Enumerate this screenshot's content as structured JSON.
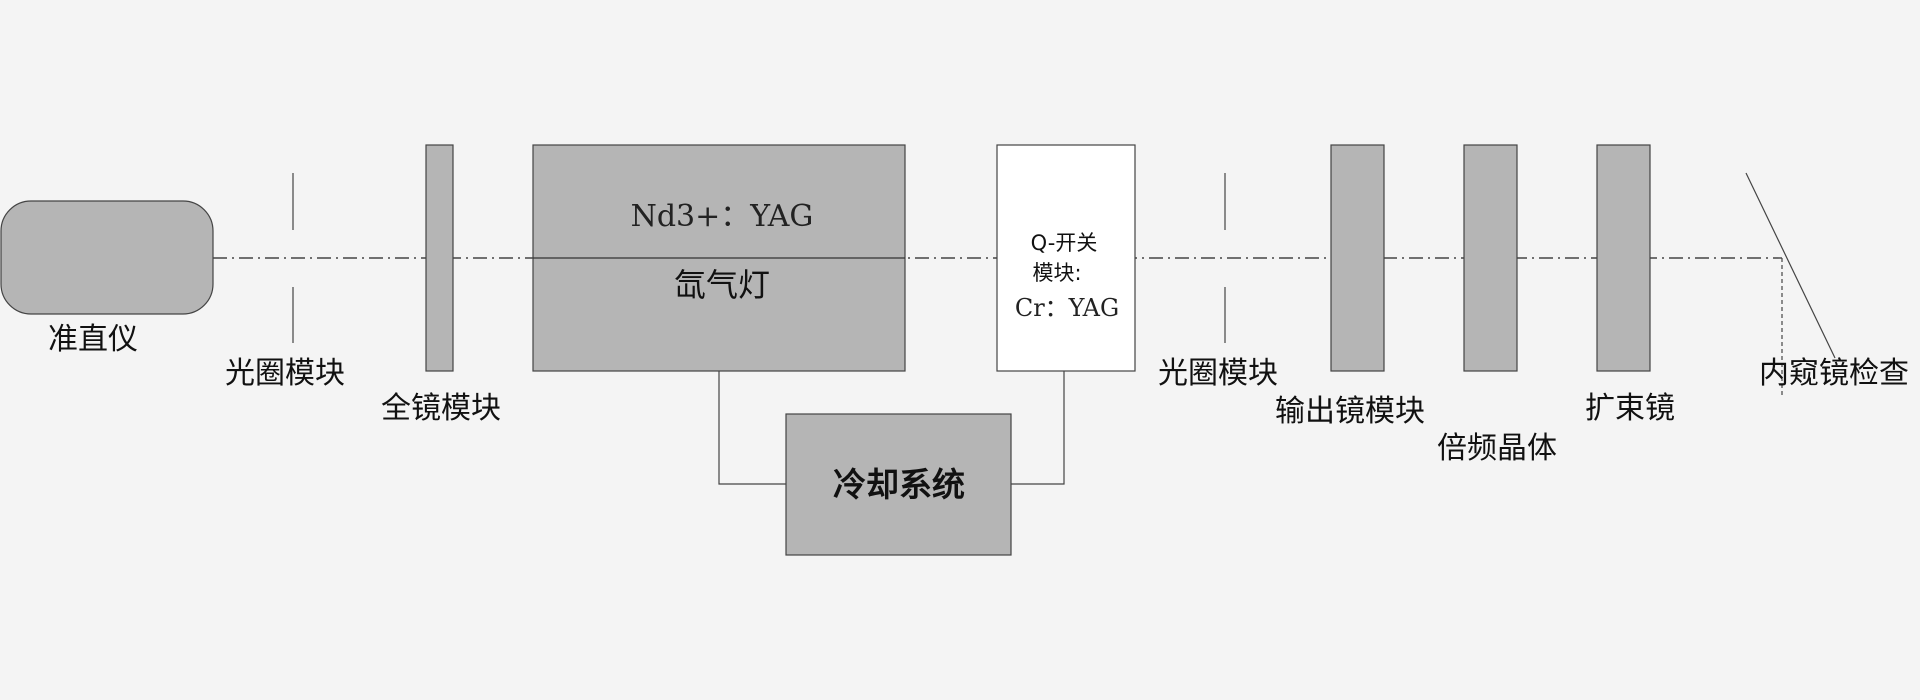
{
  "diagram": {
    "labels": {
      "collimator": "准直仪",
      "aperture_left": "光圈模块",
      "full_mirror": "全镜模块",
      "rod_material": "Nd3+：YAG",
      "lamp": "氙气灯",
      "qswitch_line1": "Q-开关",
      "qswitch_line2": "模块:",
      "qswitch_material": "Cr：YAG",
      "cooling": "冷却系统",
      "aperture_right": "光圈模块",
      "output_mirror": "输出镜模块",
      "frequency_crystal": "倍频晶体",
      "beam_expander": "扩束镜",
      "endoscope": "内窥镜检查"
    },
    "colors": {
      "background": "#f4f4f4",
      "block_fill": "#b5b5b5",
      "white_block_fill": "#ffffff",
      "stroke": "#444444"
    }
  }
}
